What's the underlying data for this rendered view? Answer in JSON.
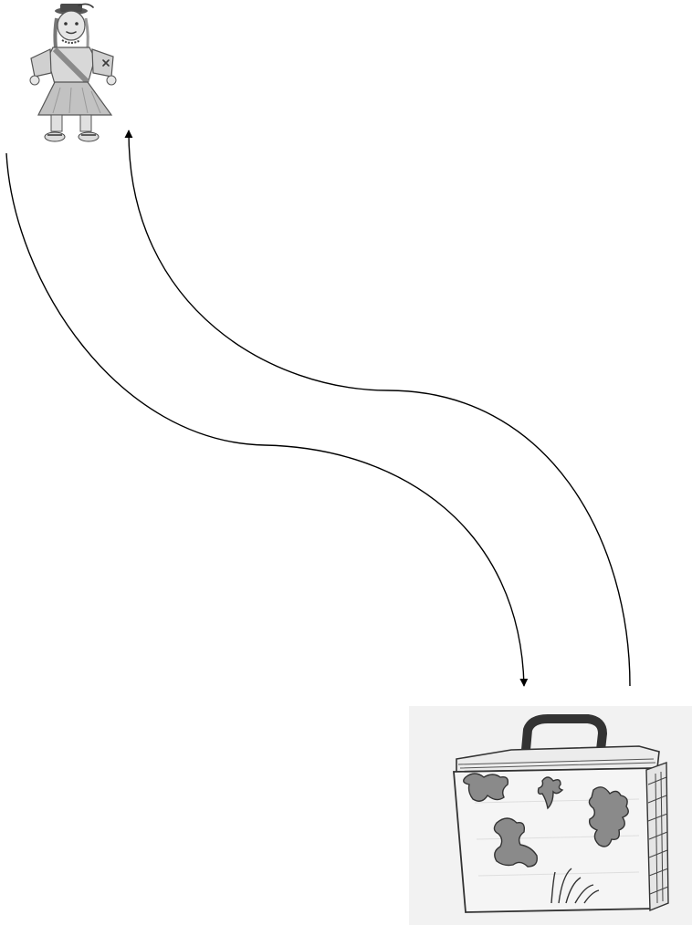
{
  "diagram": {
    "nodes": [
      {
        "id": "doll",
        "icon": "doll-sketch-icon"
      },
      {
        "id": "suitcase",
        "icon": "suitcase-sketch-icon"
      }
    ],
    "edges": [
      {
        "from": "doll",
        "to": "suitcase"
      },
      {
        "from": "suitcase",
        "to": "doll"
      }
    ],
    "colors": {
      "line": "#000000",
      "sketch_bg": "#f2f2f2",
      "pencil": "#3a3a3a",
      "shade": "#8a8a8a"
    }
  }
}
